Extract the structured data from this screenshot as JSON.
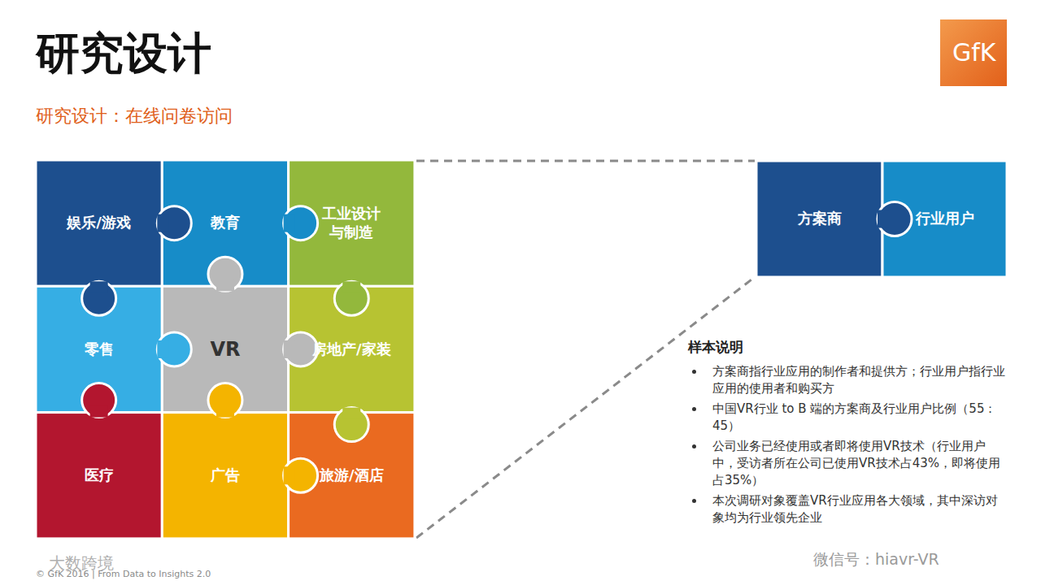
{
  "diagram": {
    "title": "研究设计",
    "nodes": [
      {
        "text": [
          "GfK"
        ]
      },
      {
        "text": [
          "娱乐/游戏"
        ]
      },
      {
        "text": [
          "教育"
        ]
      },
      {
        "text": [
          "工业设计与制造"
        ]
      },
      {
        "text": [
          "零售"
        ]
      },
      {
        "text": [
          "VR"
        ]
      },
      {
        "text": [
          "房地产/家装"
        ]
      },
      {
        "text": [
          "医疗"
        ]
      },
      {
        "text": [
          "广告"
        ]
      },
      {
        "text": [
          "旅游/酒店"
        ]
      },
      {
        "text": [
          "方案商"
        ]
      },
      {
        "text": [
          "行业用户"
        ]
      }
    ],
    "labels": [
      "研究设计：在线问卷访问",
      "样本说明",
      "方案商指行业应用的制作者和提供方；行业用户指行业应用的使用者和购买方",
      "中国VR行业 to B 端的方案商及行业用户比例（55：45）",
      "公司业务已经使用或者即将使用VR技术（行业用户中，受访者所在公司已使用VR技术占43%，即将使用占35%）",
      "本次调研对象覆盖VR行业应用各大领域，其中深访对象均为行业领先企业",
      "大数跨境",
      "© GfK 2016 | From Data to Insights 2.0",
      "微信号：hiavr-VR"
    ]
  }
}
